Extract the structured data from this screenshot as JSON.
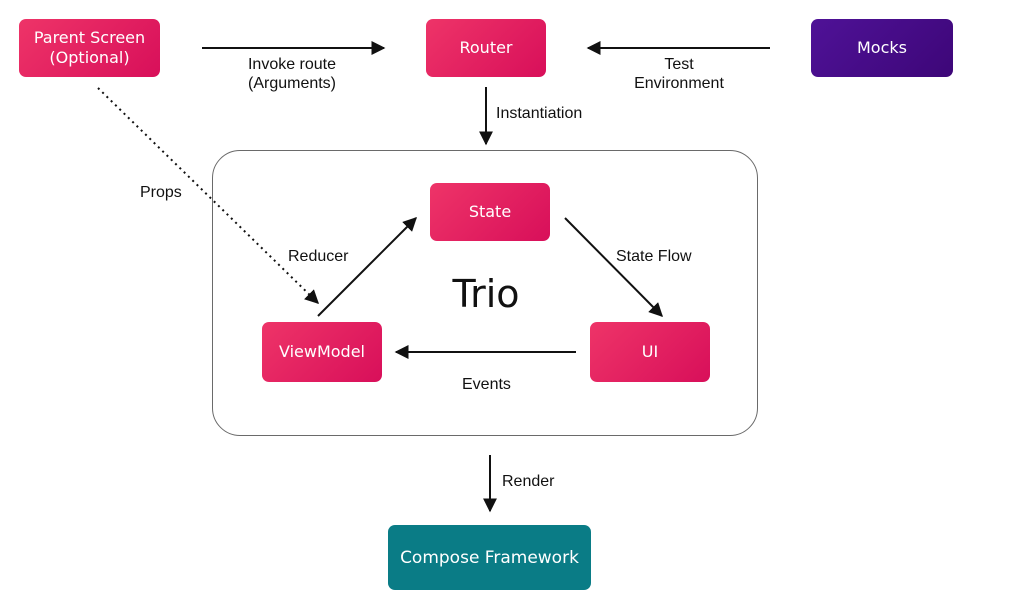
{
  "nodes": {
    "parent_screen": {
      "line1": "Parent Screen",
      "line2": "(Optional)"
    },
    "router": "Router",
    "mocks": "Mocks",
    "state": "State",
    "viewmodel": "ViewModel",
    "ui": "UI",
    "compose_framework": "Compose Framework"
  },
  "container": {
    "title": "Trio"
  },
  "edges": {
    "invoke_route": {
      "line1": "Invoke route",
      "line2": "(Arguments)"
    },
    "test_environment": {
      "line1": "Test",
      "line2": "Environment"
    },
    "instantiation": "Instantiation",
    "props": "Props",
    "reducer": "Reducer",
    "state_flow": "State Flow",
    "events": "Events",
    "render": "Render"
  },
  "colors": {
    "node_pink": "#e3185f",
    "node_purple": "#460b87",
    "node_teal": "#0a7c86",
    "container_border": "#6a6a6a",
    "arrow": "#111111"
  }
}
